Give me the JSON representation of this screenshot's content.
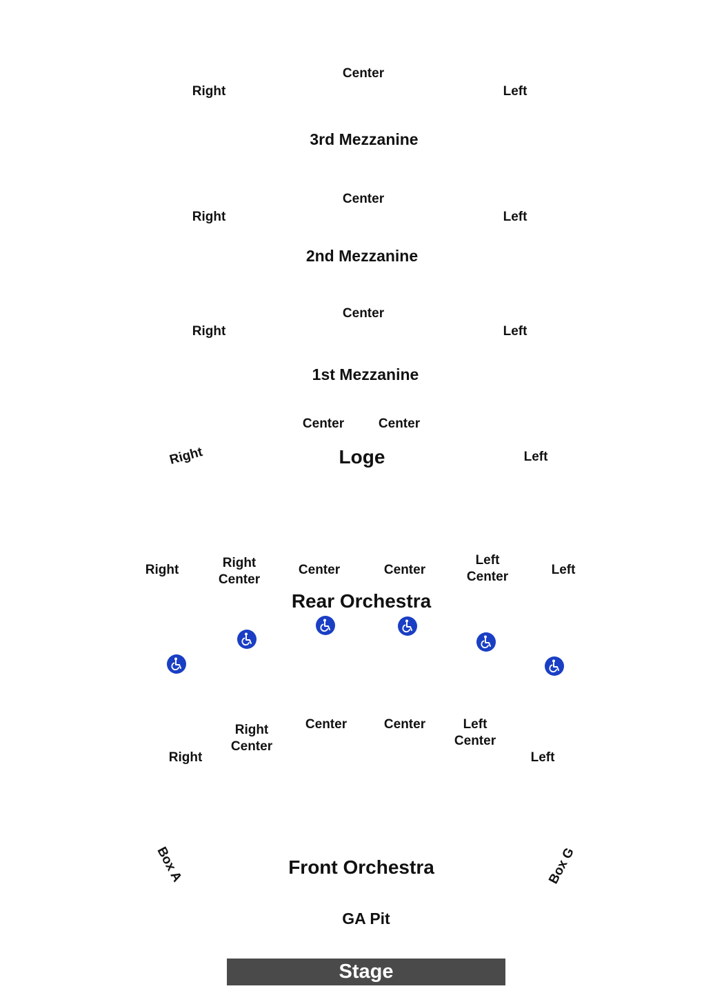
{
  "sections": {
    "m3_center": "Center",
    "m3_right": "Right",
    "m3_left": "Left",
    "m3_name": "3rd Mezzanine",
    "m2_center": "Center",
    "m2_right": "Right",
    "m2_left": "Left",
    "m2_name": "2nd Mezzanine",
    "m1_center": "Center",
    "m1_right": "Right",
    "m1_left": "Left",
    "m1_name": "1st Mezzanine",
    "loge_center_1": "Center",
    "loge_center_2": "Center",
    "loge_right": "Right",
    "loge_name": "Loge",
    "loge_left": "Left",
    "ro_right": "Right",
    "ro_right_center_1": "Right",
    "ro_right_center_2": "Center",
    "ro_center_1": "Center",
    "ro_center_2": "Center",
    "ro_left_center_1": "Left",
    "ro_left_center_2": "Center",
    "ro_left": "Left",
    "ro_name": "Rear Orchestra",
    "fo_right_center_1": "Right",
    "fo_right_center_2": "Center",
    "fo_center_1": "Center",
    "fo_center_2": "Center",
    "fo_left_center_1": "Left",
    "fo_left_center_2": "Center",
    "fo_right": "Right",
    "fo_left": "Left",
    "box_a": "Box A",
    "box_g": "Box G",
    "fo_name": "Front Orchestra",
    "ga_pit": "GA Pit",
    "stage": "Stage"
  },
  "wheelchair_icon": "wheelchair-accessible-icon",
  "colors": {
    "wheelchair": "#1a3fc4",
    "stage": "#4a4a4a",
    "text": "#111111",
    "background": "#ffffff"
  }
}
